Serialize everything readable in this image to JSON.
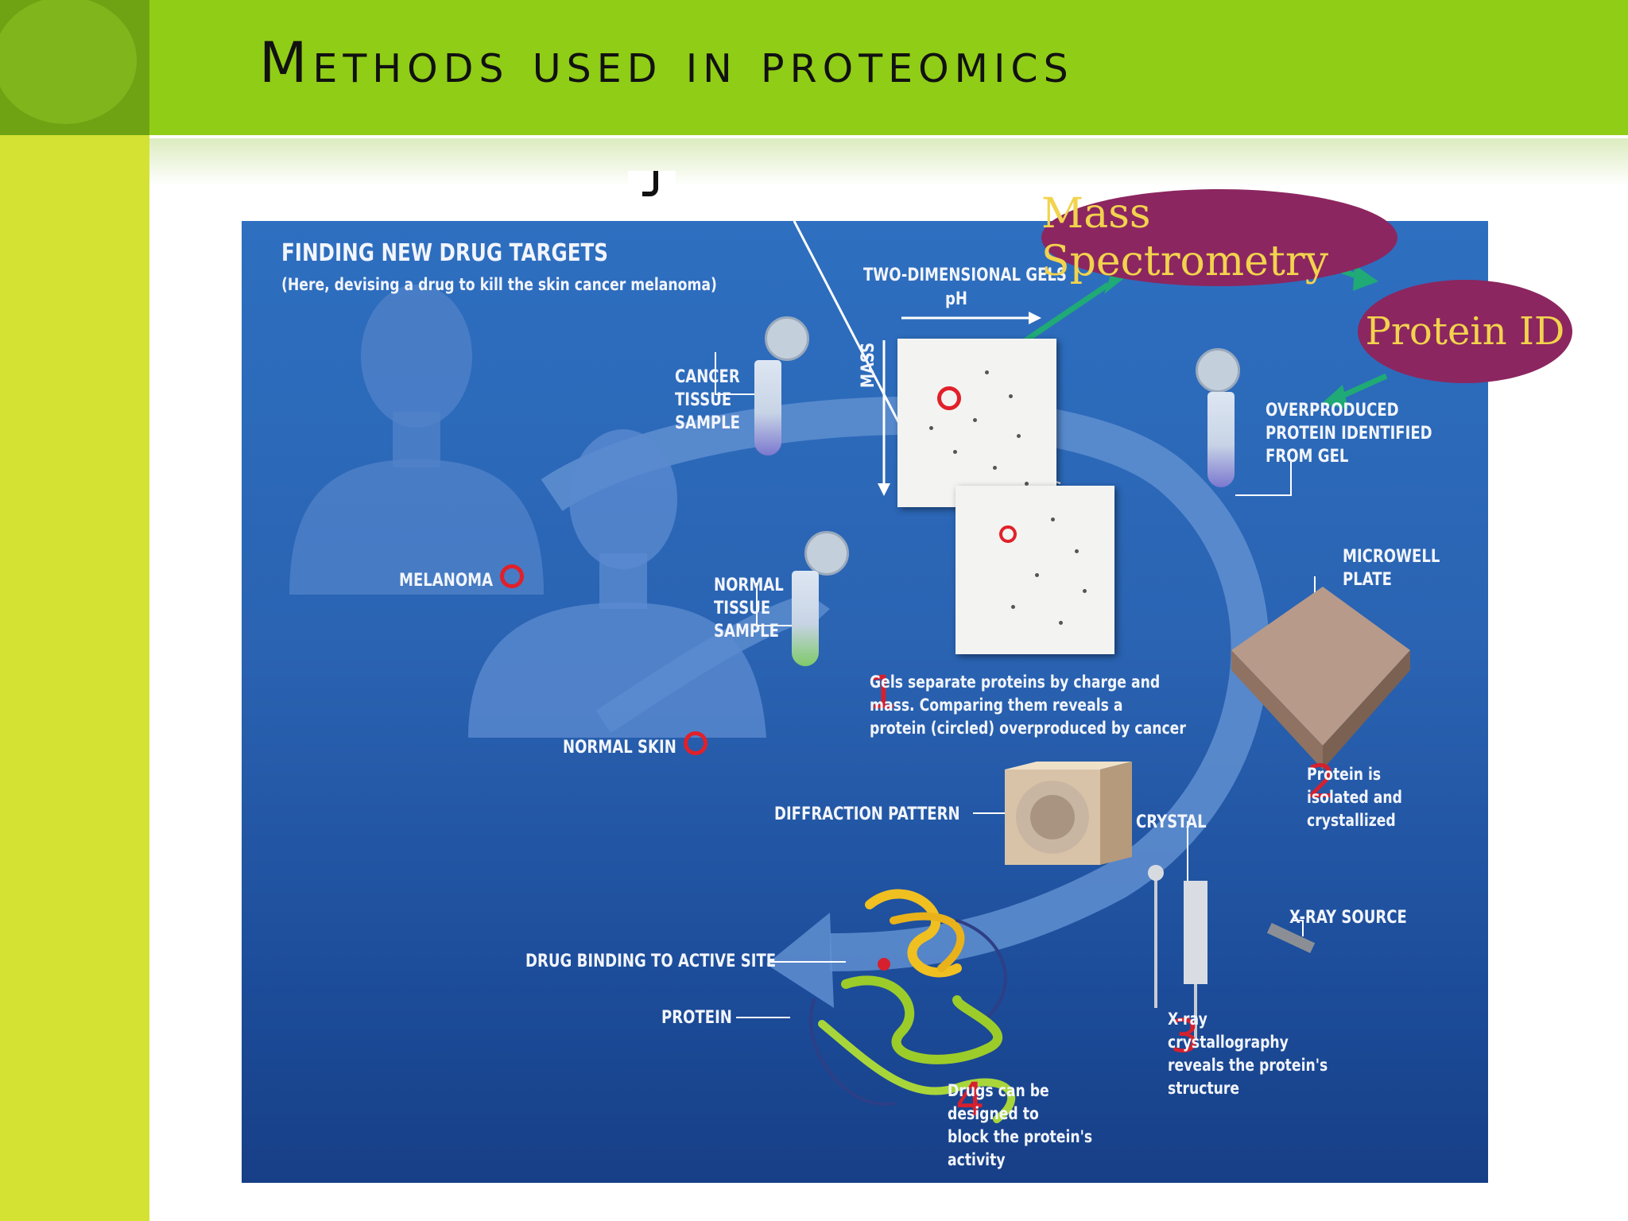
{
  "slide": {
    "title": "Methods used in proteomics",
    "colors": {
      "header_green": "#90cd16",
      "corner_green": "#6fa313",
      "side_bar": "#d3e233",
      "panel_blue": "#2a63b2",
      "oval_fill": "#8c2660",
      "oval_text": "#f2d34d",
      "marker_red": "#e1202a"
    }
  },
  "diagram": {
    "heading": "FINDING NEW DRUG TARGETS",
    "subheading": "(Here, devising a drug to kill the skin cancer melanoma)",
    "labels": {
      "two_d_gels": "TWO-DIMENSIONAL GELS",
      "ph": "pH",
      "mass": "MASS",
      "cancer_sample": "CANCER\nTISSUE\nSAMPLE",
      "normal_sample": "NORMAL\nTISSUE\nSAMPLE",
      "melanoma": "MELANOMA",
      "normal_skin": "NORMAL SKIN",
      "overproduced": "OVERPRODUCED\nPROTEIN IDENTIFIED\nFROM GEL",
      "microwell": "MICROWELL\nPLATE",
      "diffraction": "DIFFRACTION PATTERN",
      "crystal": "CRYSTAL",
      "xray_source": "X-RAY SOURCE",
      "drug_binding": "DRUG BINDING TO ACTIVE SITE",
      "protein": "PROTEIN"
    },
    "steps": [
      {
        "number": "1",
        "text": "Gels separate proteins by charge and\nmass. Comparing them reveals a\nprotein (circled) overproduced by cancer"
      },
      {
        "number": "2",
        "text": "Protein is\nisolated and\ncrystallized"
      },
      {
        "number": "3",
        "text": "X-ray\ncrystallography\nreveals the protein's\nstructure"
      },
      {
        "number": "4",
        "text": "Drugs can be\ndesigned to\nblock the protein's\nactivity"
      }
    ]
  },
  "callouts": {
    "mass_spec": "Mass Spectrometry",
    "protein_id": "Protein ID"
  }
}
